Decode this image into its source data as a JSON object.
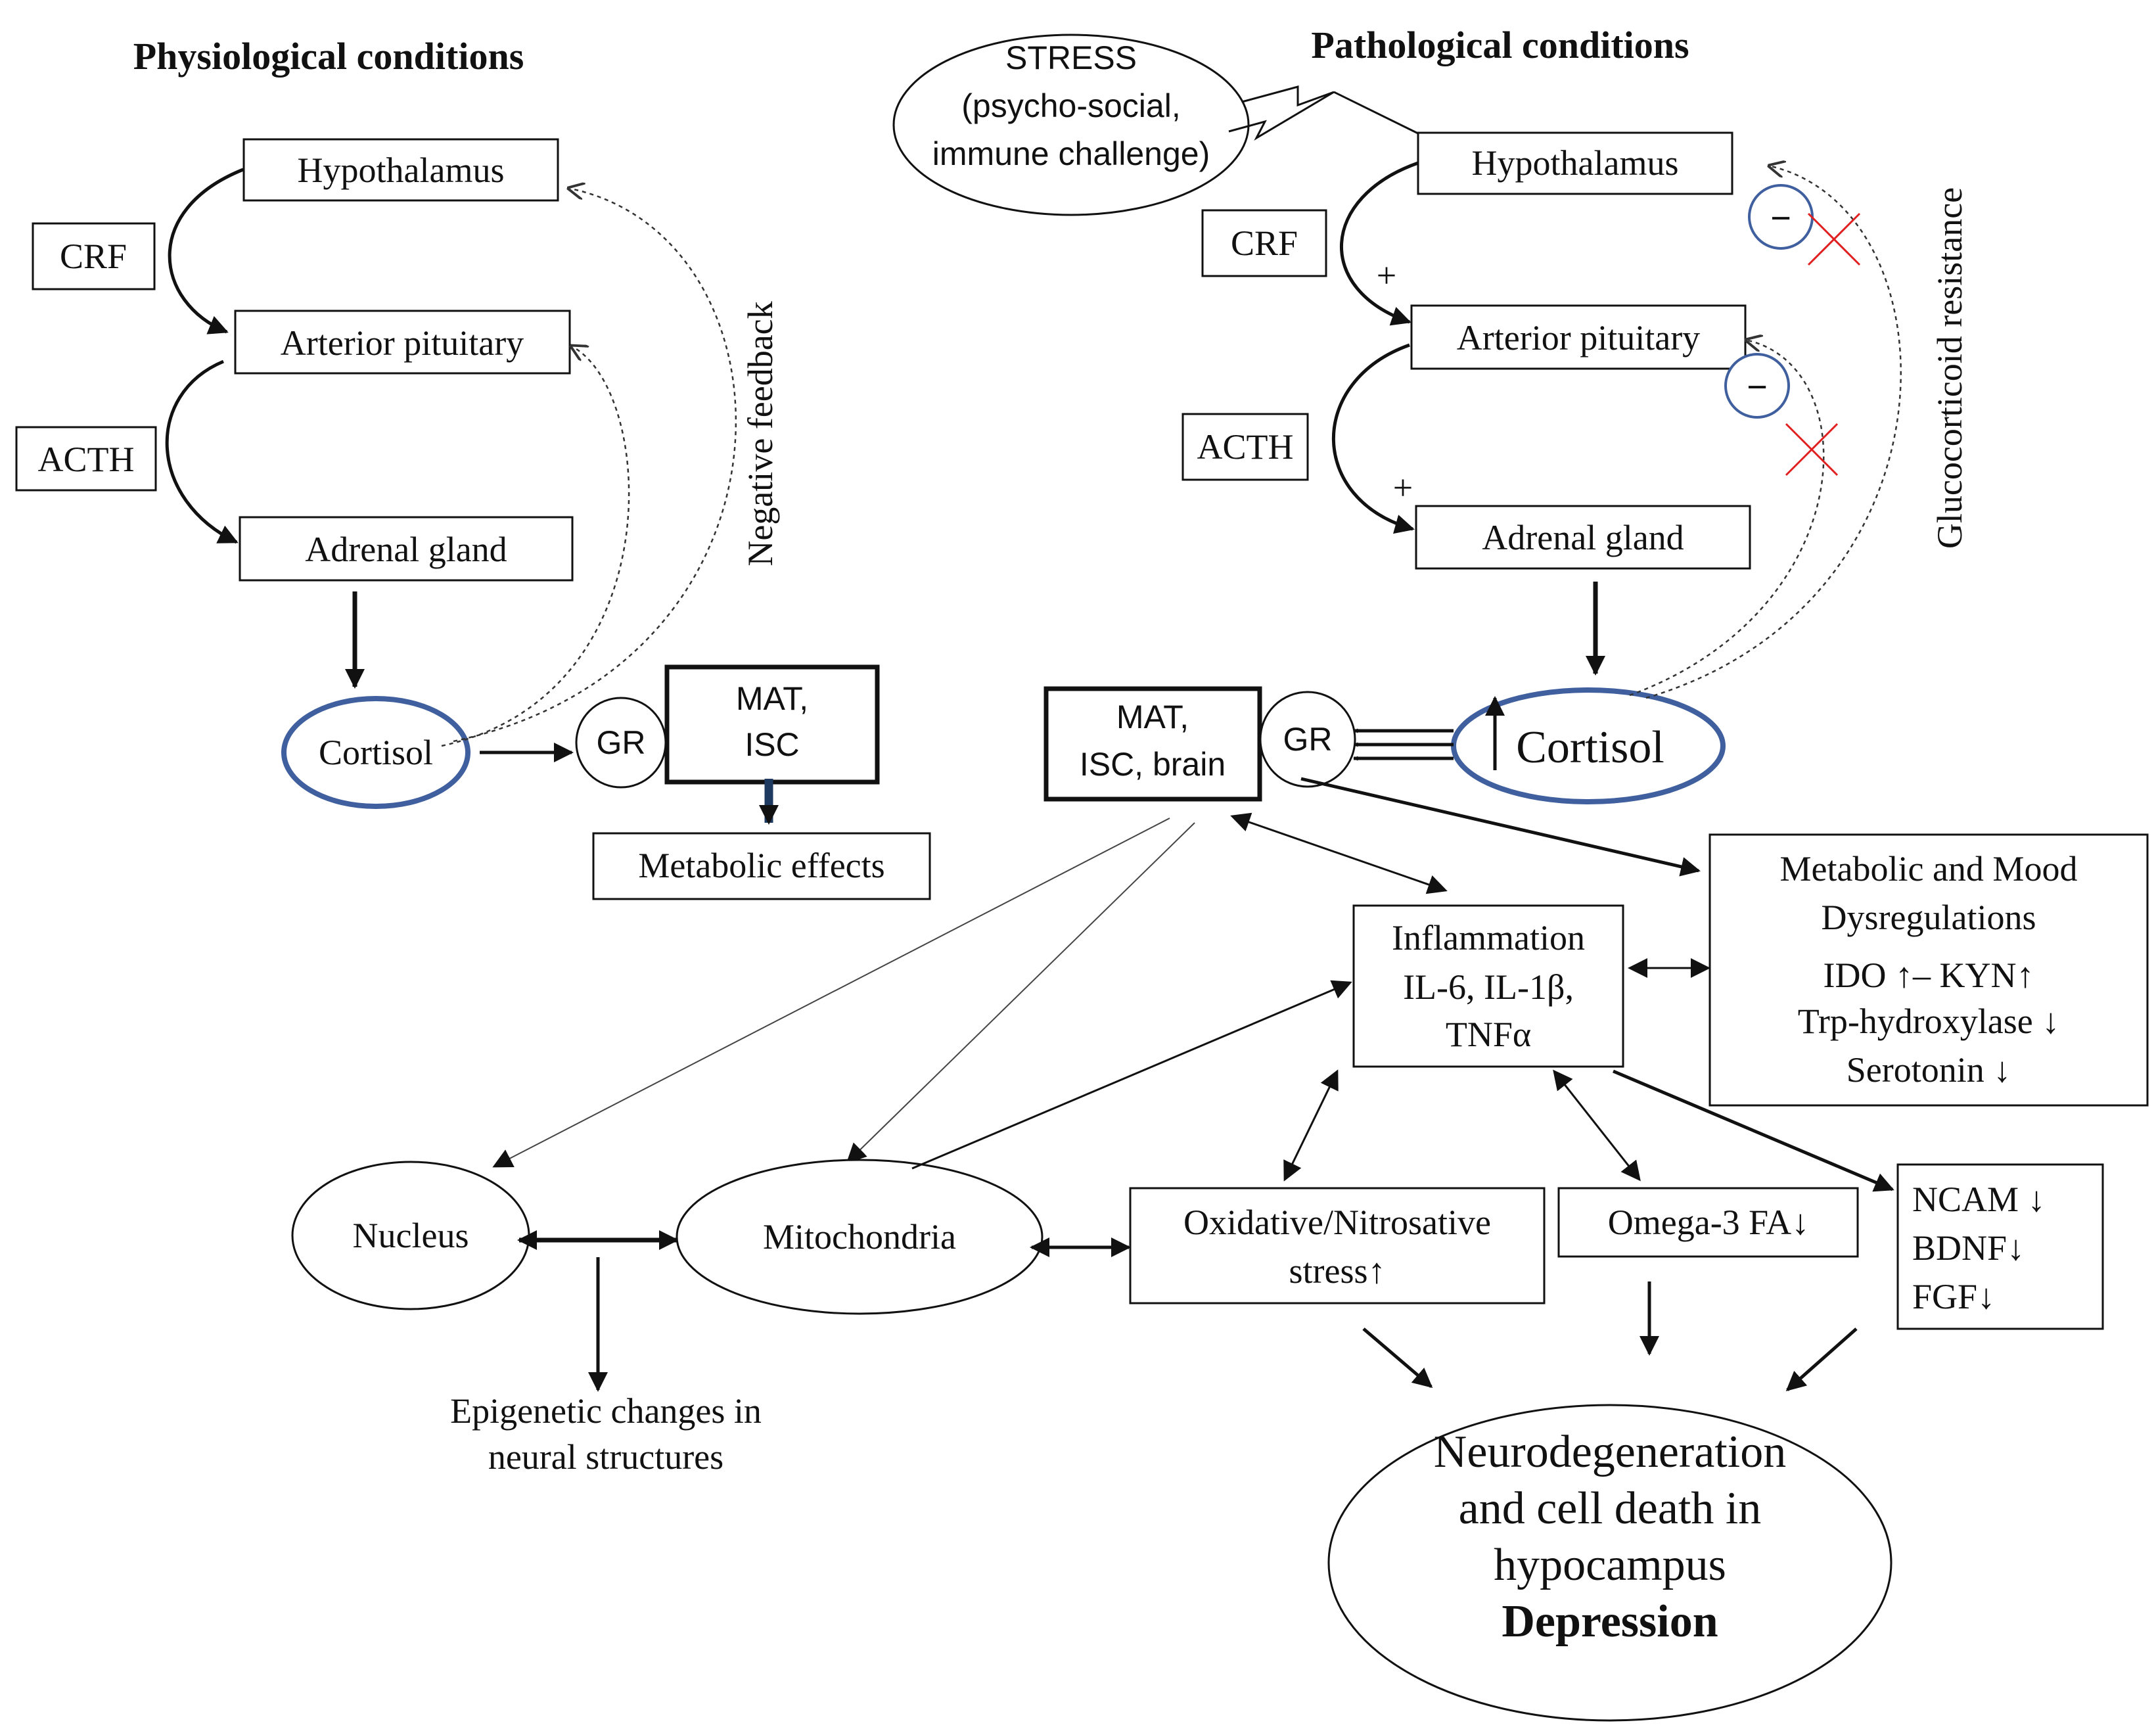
{
  "physiological": {
    "title": "Physiological conditions",
    "hypothalamus": "Hypothalamus",
    "crf": "CRF",
    "anterior_pituitary": "Arterior pituitary",
    "acth": "ACTH",
    "adrenal": "Adrenal gland",
    "cortisol": "Cortisol",
    "gr": "GR",
    "mat_line1": "MAT,",
    "mat_line2": "ISC",
    "metabolic_effects": "Metabolic effects",
    "negative_feedback": "Negative feedback"
  },
  "pathological": {
    "title": "Pathological conditions",
    "stress_line1": "STRESS",
    "stress_line2": "(psycho-social,",
    "stress_line3": "immune challenge)",
    "hypothalamus": "Hypothalamus",
    "crf": "CRF",
    "plus": "+",
    "minus": "−",
    "anterior_pituitary": "Arterior pituitary",
    "acth": "ACTH",
    "adrenal": "Adrenal gland",
    "cortisol": "Cortisol",
    "gr": "GR",
    "mat_line1": "MAT,",
    "mat_line2": "ISC, brain",
    "glucocorticoid_resistance": "Glucocorticoid resistance"
  },
  "cascade": {
    "inflammation_line1": "Inflammation",
    "inflammation_line2": "IL-6, IL-1β,",
    "inflammation_line3": "TNFα",
    "metabolic_mood_line1": "Metabolic and Mood",
    "metabolic_mood_line2": "Dysregulations",
    "metabolic_mood_line3": "IDO ↑– KYN↑",
    "metabolic_mood_line4": "Trp-hydroxylase ↓",
    "metabolic_mood_line5": "Serotonin ↓",
    "nucleus": "Nucleus",
    "mitochondria": "Mitochondria",
    "oxidative_line1": "Oxidative/Nitrosative",
    "oxidative_line2": "stress↑",
    "omega3": "Omega-3 FA↓",
    "ncam": "NCAM ↓",
    "bdnf": "BDNF↓",
    "fgf": "FGF↓",
    "epigenetic_line1": "Epigenetic changes in",
    "epigenetic_line2": "neural structures",
    "neuro_line1": "Neurodegeneration",
    "neuro_line2": "and cell death in",
    "neuro_line3": "hypocampus",
    "neuro_line4": "Depression"
  }
}
